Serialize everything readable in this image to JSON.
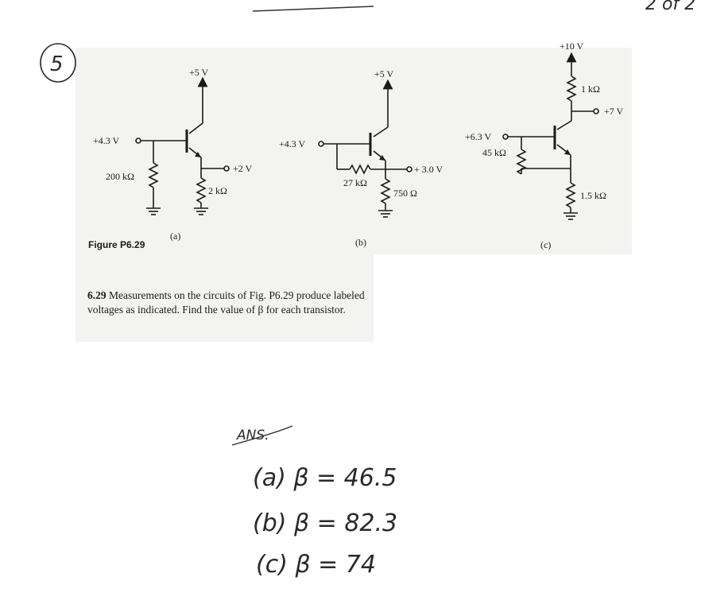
{
  "page_corner": "2 of 2",
  "problem_marker": "5",
  "figure": {
    "caption": "Figure P6.29",
    "circuit_a": {
      "label": "(a)",
      "supply": "+5 V",
      "base_voltage": "+4.3 V",
      "base_resistor": "200 kΩ",
      "emitter_voltage": "+2 V",
      "emitter_resistor": "2 kΩ"
    },
    "circuit_b": {
      "label": "(b)",
      "supply": "+5 V",
      "base_voltage": "+4.3 V",
      "feedback_resistor": "27 kΩ",
      "emitter_voltage": "+ 3.0 V",
      "emitter_resistor": "750 Ω"
    },
    "circuit_c": {
      "label": "(c)",
      "supply": "+10 V",
      "collector_resistor": "1 kΩ",
      "collector_voltage": "+7 V",
      "base_voltage": "+6.3 V",
      "base_resistor": "45 kΩ",
      "emitter_resistor": "1.5 kΩ"
    }
  },
  "problem": {
    "number": "6.29",
    "text": "Measurements on the circuits of Fig. P6.29 produce labeled voltages as indicated. Find the value of β for each transistor."
  },
  "answers": {
    "heading": "ANS.",
    "a": "(a) β = 46.5",
    "b": "(b) β = 82.3",
    "c": "(c) β = 74"
  }
}
